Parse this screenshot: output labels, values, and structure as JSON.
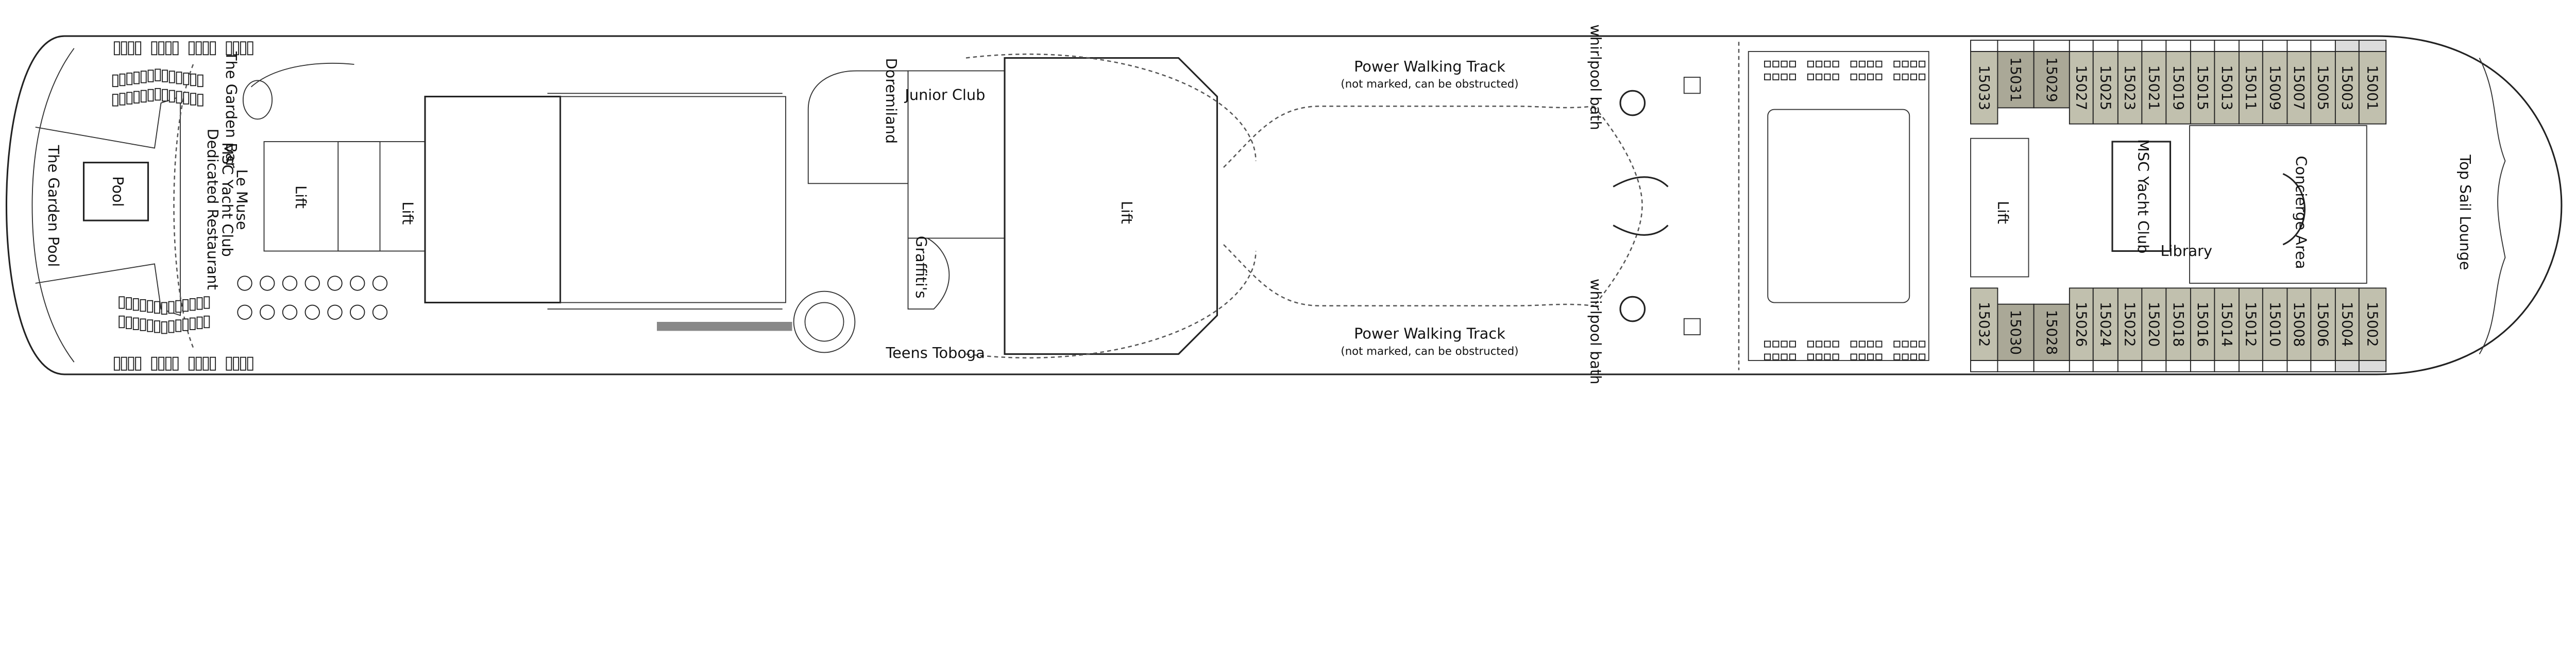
{
  "areas": {
    "garden_pool": "The Garden Pool",
    "pool": "Pool",
    "garden_bar": "The Garden Bar",
    "le_muse": "Le Muse",
    "yacht_club_restaurant_1": "MSC Yacht Club",
    "yacht_club_restaurant_2": "Dedicated Restaurant",
    "lift_aft_1": "Lift",
    "lift_aft_2": "Lift",
    "doremiland": "Doremiland",
    "junior_club": "Junior Club",
    "graffitis": "Graffiti's",
    "teens_toboga": "Teens Toboga",
    "lift_mid": "Lift",
    "walking_track_top": "Power Walking Track",
    "walking_track_top_note": "(not marked, can be obstructed)",
    "walking_track_bottom": "Power Walking Track",
    "walking_track_bottom_note": "(not marked, can be obstructed)",
    "whirlpool_top": "whirlpool bath",
    "whirlpool_bottom": "whirlpool bath",
    "lift_fwd": "Lift",
    "yacht_club": "MSC Yacht Club",
    "library": "Library",
    "concierge": "Concierge Area",
    "top_sail_lounge": "Top Sail Lounge"
  },
  "cabins": {
    "top": [
      "15033",
      "15031",
      "15029",
      "15027",
      "15025",
      "15023",
      "15021",
      "15019",
      "15015",
      "15013",
      "15011",
      "15009",
      "15007",
      "15005",
      "15003",
      "15001"
    ],
    "bottom": [
      "15032",
      "15030",
      "15028",
      "15026",
      "15024",
      "15022",
      "15020",
      "15018",
      "15016",
      "15014",
      "15012",
      "15010",
      "15008",
      "15006",
      "15004",
      "15002"
    ]
  },
  "colors": {
    "cabin": "#c1c0ae",
    "cabin_suite": "#aaa897",
    "balcony_grey": "#dcdcdc",
    "line": "#222222"
  }
}
